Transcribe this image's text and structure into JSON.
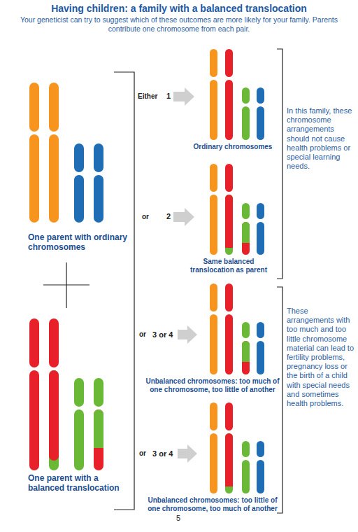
{
  "diagram": {
    "title": "Having children: a family with a balanced translocation",
    "labels": [
      "Your geneticist can try to suggest which of these outcomes are more likely for your family. Parents contribute one chromosome from each pair.",
      "Either",
      "1",
      "Ordinary chromosomes",
      "In this family, these chromosome arrangements should not cause health problems or special learning needs.",
      "One parent with ordinary chromosomes",
      "or",
      "2",
      "Same balanced translocation as parent",
      "or",
      "3 or 4",
      "Unbalanced chromosomes: too much of one chromosome, too little of another",
      "These arrangements with too much and too little chromosome material can lead to fertility problems, pregnancy loss or the birth of a child with special needs and sometimes health problems.",
      "One parent with a balanced translocation",
      "or",
      "3 or 4",
      "Unbalanced chromosomes: too little of one chromosome, too much of another",
      "5"
    ]
  }
}
